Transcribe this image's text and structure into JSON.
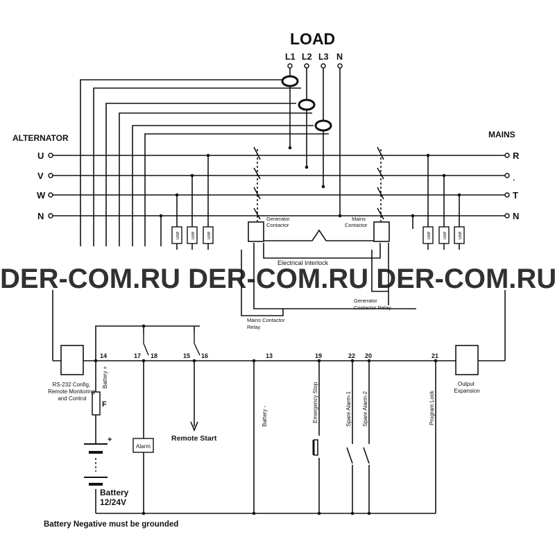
{
  "title": "LOAD",
  "load_terminals": [
    "L1",
    "L2",
    "L3",
    "N"
  ],
  "alternator": {
    "label": "ALTERNATOR",
    "terminals": [
      "U",
      "V",
      "W",
      "N"
    ]
  },
  "mains": {
    "label": "MAINS",
    "terminals": [
      "R",
      "ˎ",
      "T",
      "N"
    ]
  },
  "fuse_label": "use",
  "generator_contactor": "Generator\nContactor",
  "mains_contactor": "Mains\nContactor",
  "electrical_interlock": "Electrical Interlock",
  "generator_contactor_relay": "Generator\nContactor Relay",
  "mains_contactor_relay": "Mains Contactor\nRelay",
  "watermark": "DER-COM.RU DER-COM.RU DER-COM.RU",
  "terminal_numbers": [
    "14",
    "17",
    "18",
    "15",
    "16",
    "13",
    "19",
    "22",
    "20",
    "21"
  ],
  "rs232_label": "RS-232 Config,\nRemote Monitoring\nand Control",
  "output_expansion": "Output\nExpansion",
  "battery_plus": "Battery +",
  "fuse_f": "F",
  "battery_label": "Battery\n12/24V",
  "plus_sign": "+",
  "alarm": "Alarm",
  "remote_start": "Remote Start",
  "battery_minus": "Battery -",
  "emergency_stop": "Emergency Stop",
  "spare_alarm_1": "Spare Alarm-1",
  "spare_alarm_2": "Spare Alarm-2",
  "program_lock": "Program Lock",
  "footer_note": "Battery Negative must be grounded"
}
